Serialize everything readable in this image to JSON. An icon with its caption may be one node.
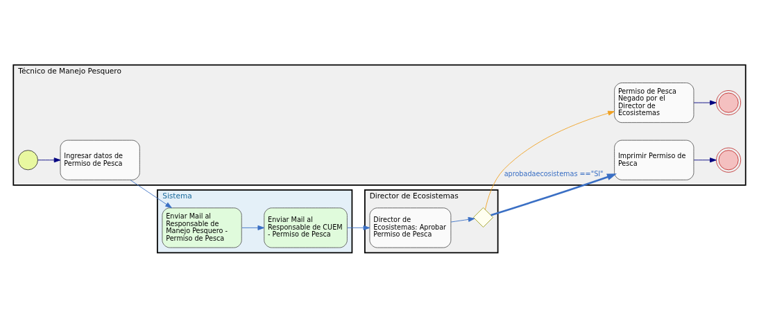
{
  "diagram": {
    "nodes": [
      {
        "text": [
          "Técnico de Manejo Pesquero"
        ]
      },
      {
        "text": [],
        "shape": "circle",
        "in": 0
      },
      {
        "text": [
          "Ingresar datos de Permiso de Pesca"
        ],
        "in": 0
      },
      {
        "text": [
          "Permiso de Pesca Negado por el Director de Ecosistemas"
        ],
        "in": 0
      },
      {
        "text": [],
        "shape": "circle",
        "in": 0
      },
      {
        "text": [
          "Imprimir Permiso de Pesca"
        ],
        "in": 0
      },
      {
        "text": [],
        "shape": "circle",
        "in": 0
      },
      {
        "text": [
          "Director de Ecosistemas"
        ]
      },
      {
        "text": [
          "Director de Ecosistemas: Aprobar Permiso de Pesca"
        ],
        "in": 7
      },
      {
        "text": [],
        "shape": "diamond",
        "in": 7
      },
      {
        "text": [
          "Sistema"
        ]
      },
      {
        "text": [
          "Enviar Mail al Responsable de Manejo Pesquero - Permiso de Pesca"
        ],
        "in": 10
      },
      {
        "text": [
          "Enviar Mail al Responsable de CUEM - Permiso de Pesca"
        ],
        "in": 10
      }
    ],
    "edges": [
      {
        "from": 1,
        "to": 2,
        "arrow": "to",
        "color": "#000080"
      },
      {
        "from": 2,
        "to": 11,
        "arrow": "to"
      },
      {
        "from": 11,
        "to": 12,
        "arrow": "to"
      },
      {
        "from": 12,
        "to": 8,
        "arrow": "to"
      },
      {
        "from": 8,
        "to": 9,
        "arrow": "to"
      },
      {
        "from": 9,
        "to": 3,
        "arrow": "to",
        "color": "#f0a020"
      },
      {
        "from": 9,
        "to": 5,
        "arrow": "to",
        "label": "aprobadaecosistemas ==\"SI\"",
        "style": "thick"
      },
      {
        "from": 3,
        "to": 4,
        "arrow": "to",
        "color": "#000080"
      },
      {
        "from": 5,
        "to": 6,
        "arrow": "to",
        "color": "#000080"
      }
    ]
  }
}
